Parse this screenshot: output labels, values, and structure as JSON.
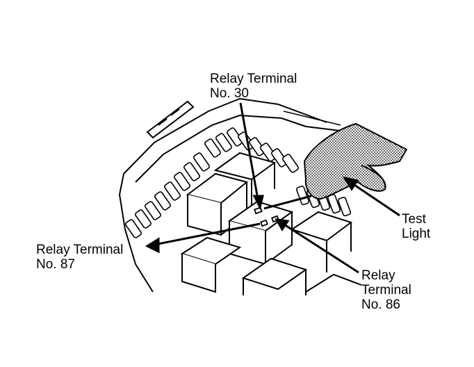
{
  "labels": {
    "terminal_30": {
      "line1": "Relay Terminal",
      "line2": "No. 30"
    },
    "terminal_87": {
      "line1": "Relay Terminal",
      "line2": "No. 87"
    },
    "terminal_86": {
      "line1": "Relay",
      "line2": "Terminal",
      "line3": "No. 86"
    },
    "test_light": {
      "line1": "Test",
      "line2": "Light"
    }
  },
  "colors": {
    "ink": "#000000",
    "paper": "#ffffff"
  }
}
